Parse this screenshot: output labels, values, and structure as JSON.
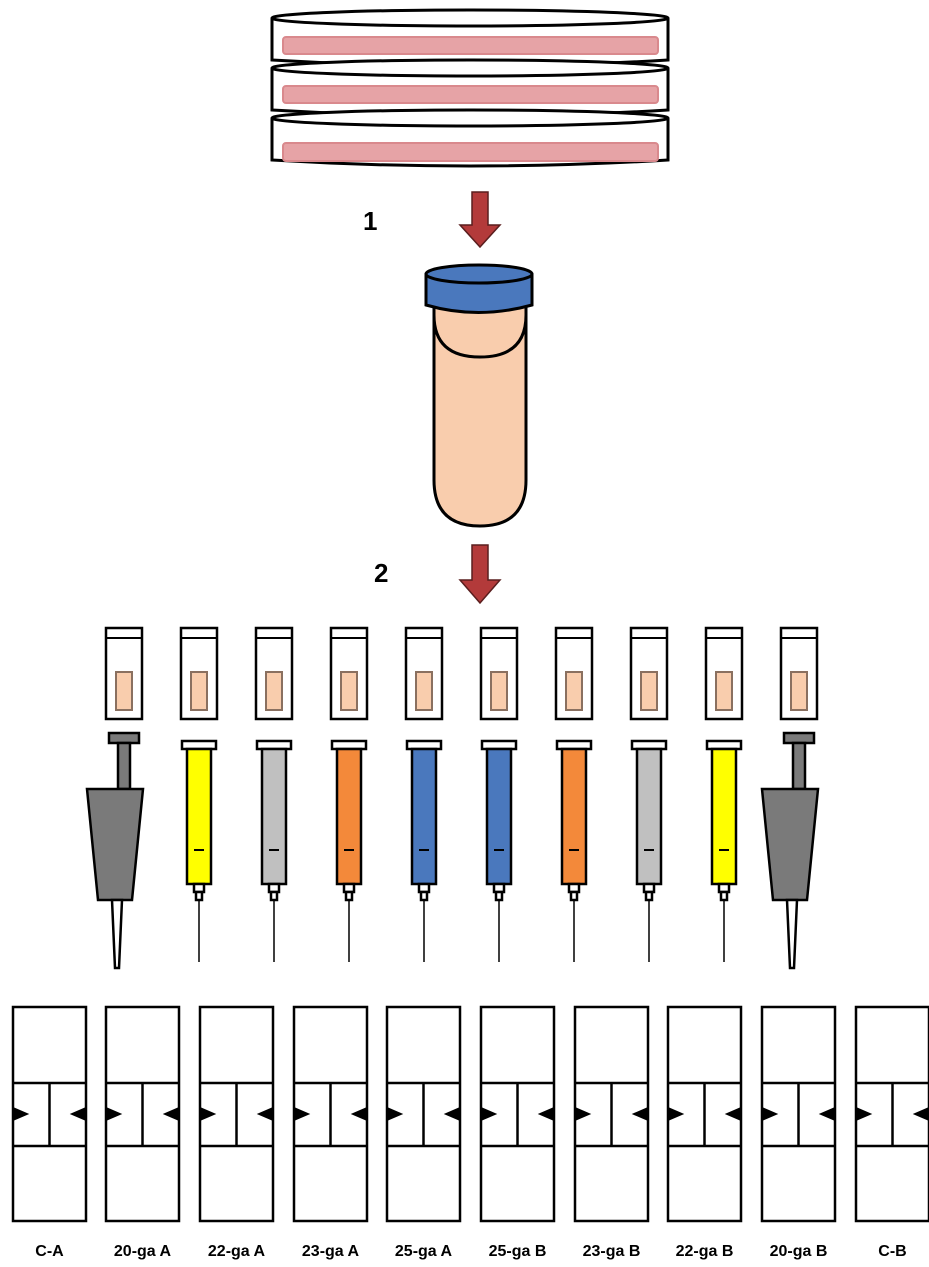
{
  "steps": [
    {
      "label": "1"
    },
    {
      "label": "2"
    }
  ],
  "dishes": {
    "count": 3
  },
  "tube": {
    "cap_color": "#4a78bd",
    "fill_color": "#f9cdad"
  },
  "arrow_color": "#b33a3a",
  "devices": [
    {
      "kind": "pipette",
      "color": "#7a7a7a"
    },
    {
      "kind": "syringe",
      "color": "#ffff00"
    },
    {
      "kind": "syringe",
      "color": "#c0c0c0"
    },
    {
      "kind": "syringe",
      "color": "#f3893a"
    },
    {
      "kind": "syringe",
      "color": "#4a78bd"
    },
    {
      "kind": "syringe",
      "color": "#4a78bd"
    },
    {
      "kind": "syringe",
      "color": "#f3893a"
    },
    {
      "kind": "syringe",
      "color": "#c0c0c0"
    },
    {
      "kind": "syringe",
      "color": "#ffff00"
    },
    {
      "kind": "pipette",
      "color": "#7a7a7a"
    }
  ],
  "chambers": [
    {
      "label": "C-A"
    },
    {
      "label": "20-ga A"
    },
    {
      "label": "22-ga A"
    },
    {
      "label": "23-ga A"
    },
    {
      "label": "25-ga A"
    },
    {
      "label": "25-ga B"
    },
    {
      "label": "23-ga B"
    },
    {
      "label": "22-ga B"
    },
    {
      "label": "20-ga B"
    },
    {
      "label": "C-B"
    }
  ]
}
